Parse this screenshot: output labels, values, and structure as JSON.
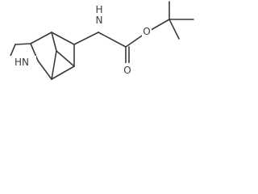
{
  "molecule": {
    "atoms": [
      {
        "symbol": "N",
        "text": "N",
        "hydrogens": "H"
      },
      {
        "symbol": "O",
        "text": "O"
      },
      {
        "symbol": "O",
        "text": "O"
      },
      {
        "symbol": "N",
        "text": "N",
        "hydrogens": "H"
      }
    ]
  }
}
